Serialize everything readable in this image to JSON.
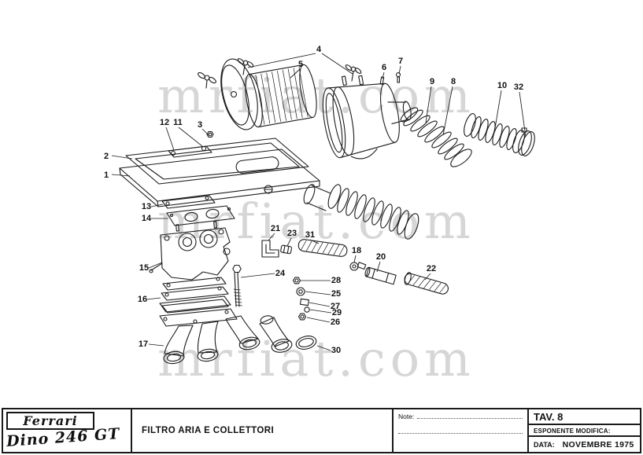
{
  "watermark": {
    "text": "mrfiat.com",
    "color": "#d6d6d6"
  },
  "diagram": {
    "description": "Exploded parts diagram - air filter and intake manifolds",
    "callouts": {
      "1": "1",
      "2": "2",
      "3": "3",
      "4": "4",
      "5": "5",
      "6": "6",
      "7": "7",
      "8": "8",
      "9": "9",
      "10": "10",
      "11": "11",
      "12": "12",
      "13": "13",
      "14": "14",
      "15": "15",
      "16": "16",
      "17": "17",
      "18": "18",
      "20": "20",
      "21": "21",
      "22": "22",
      "23": "23",
      "24": "24",
      "25": "25",
      "26": "26",
      "27": "27",
      "28": "28",
      "29": "29",
      "30": "30",
      "31": "31",
      "32": "32"
    }
  },
  "title_block": {
    "brand_logo": "Ferrari",
    "model_script": "Dino 246 GT",
    "drawing_title": "FILTRO ARIA E COLLETTORI",
    "note_label": "Note:",
    "tav": "TAV. 8",
    "esponente_label": "ESPONENTE MODIFICA:",
    "data_label": "DATA:",
    "data_value": "NOVEMBRE 1975"
  }
}
